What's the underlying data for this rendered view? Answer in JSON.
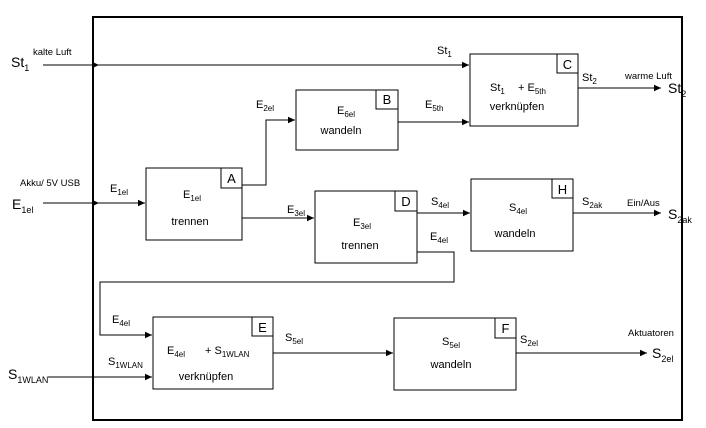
{
  "inputs": {
    "st1": {
      "main": "St",
      "sub": "1",
      "note": "kalte Luft"
    },
    "e1el": {
      "main": "E",
      "sub": "1el",
      "note": "Akku/ 5V USB"
    },
    "s1wlan": {
      "main": "S",
      "sub": "1WLAN"
    }
  },
  "outputs": {
    "st2": {
      "main": "St",
      "sub": "2",
      "note": "warme Luft"
    },
    "s2ak": {
      "main": "S",
      "sub": "2ak",
      "note": "Ein/Aus"
    },
    "s2el": {
      "main": "S",
      "sub": "2el",
      "note": "Aktuatoren"
    }
  },
  "blocks": {
    "A": {
      "letter": "A",
      "line1": {
        "main": "E",
        "sub": "1el"
      },
      "line2": "trennen"
    },
    "B": {
      "letter": "B",
      "line1": {
        "main": "E",
        "sub": "6el"
      },
      "line2": "wandeln"
    },
    "C": {
      "letter": "C",
      "line1a": {
        "main": "St",
        "sub": "1"
      },
      "line1b": {
        "main": "+ E",
        "sub": "5th"
      },
      "line2": "verknüpfen"
    },
    "D": {
      "letter": "D",
      "line1": {
        "main": "E",
        "sub": "3el"
      },
      "line2": "trennen"
    },
    "H": {
      "letter": "H",
      "line1": {
        "main": "S",
        "sub": "4el"
      },
      "line2": "wandeln"
    },
    "E": {
      "letter": "E",
      "line1a": {
        "main": "E",
        "sub": "4el"
      },
      "line1b": {
        "main": "+ S",
        "sub": "1WLAN"
      },
      "line2": "verknüpfen"
    },
    "F": {
      "letter": "F",
      "line1": {
        "main": "S",
        "sub": "5el"
      },
      "line2": "wandeln"
    }
  },
  "flows": {
    "st1_top": {
      "main": "St",
      "sub": "1"
    },
    "e1el_in": {
      "main": "E",
      "sub": "1el"
    },
    "e2el": {
      "main": "E",
      "sub": "2el"
    },
    "e5th": {
      "main": "E",
      "sub": "5th"
    },
    "st2_out": {
      "main": "St",
      "sub": "2"
    },
    "e3el": {
      "main": "E",
      "sub": "3el"
    },
    "s4el": {
      "main": "S",
      "sub": "4el"
    },
    "e4el_d": {
      "main": "E",
      "sub": "4el"
    },
    "s2ak_out": {
      "main": "S",
      "sub": "2ak"
    },
    "e4el_loop": {
      "main": "E",
      "sub": "4el"
    },
    "s1wlan_in": {
      "main": "S",
      "sub": "1WLAN"
    },
    "s5el": {
      "main": "S",
      "sub": "5el"
    },
    "s2el_out": {
      "main": "S",
      "sub": "2el"
    }
  }
}
